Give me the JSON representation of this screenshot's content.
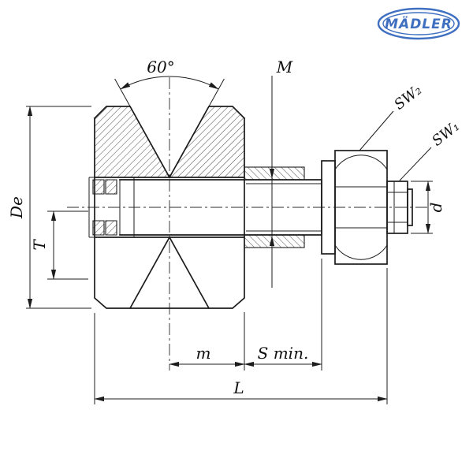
{
  "logo": {
    "text": "MÄDLER"
  },
  "annotations": {
    "groove_angle": "60°",
    "thread": "M",
    "wrench_size_2": "SW₂",
    "wrench_size_1": "SW₁",
    "outer_diameter": "De",
    "depth": "T",
    "stud_diameter": "d",
    "distance_m": "m",
    "thread_length_min": "S min.",
    "overall_length": "L"
  },
  "colors": {
    "line": "#1c1c1c",
    "logo_blue": "#3f6fc0",
    "background": "#ffffff"
  }
}
